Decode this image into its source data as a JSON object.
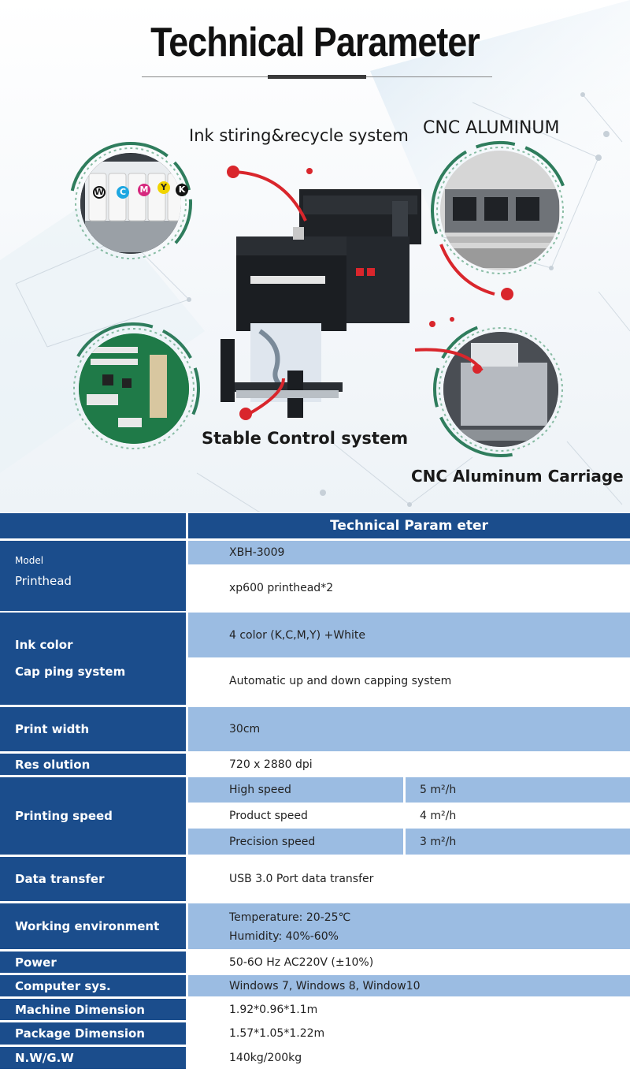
{
  "header": {
    "title": "Technical Parameter"
  },
  "callouts": {
    "ink": "Ink stiring&recycle system",
    "cnc": "CNC ALUMINUM",
    "control": "Stable Control system",
    "carriage": "CNC Aluminum Carriage"
  },
  "ink_bottles": [
    "W",
    "C",
    "M",
    "Y",
    "K"
  ],
  "colors": {
    "table_blue": "#1b4d8c",
    "table_light": "#9bbce2",
    "accent_red": "#d9262c",
    "ring_green": "#2f7d5d"
  },
  "table": {
    "title": "Technical Param eter",
    "rows": {
      "model_label": "Model",
      "printhead_label": "Printhead",
      "model_value": "XBH-3009",
      "printhead_value": "xp600 printhead*2",
      "ink_label": "Ink color",
      "capping_label": "Cap ping system",
      "ink_value": "4 color (K,C,M,Y) +White",
      "capping_value": "Automatic up and down capping system",
      "width_label": "Print width",
      "width_value": "30cm",
      "res_label": "Res olution",
      "res_value": "720 x 2880 dpi",
      "speed_label": "Printing speed",
      "speeds": [
        {
          "mode": "High speed",
          "rate": "5 m²/h"
        },
        {
          "mode": "Product speed",
          "rate": "4 m²/h"
        },
        {
          "mode": "Precision speed",
          "rate": "3 m²/h"
        }
      ],
      "transfer_label": "Data transfer",
      "transfer_value": "USB 3.0 Port data transfer",
      "env_label": "Working environment",
      "env_temp": "Temperature: 20-25℃",
      "env_hum": "Humidity: 40%-60%",
      "power_label": "Power",
      "power_value": "50-6O Hz AC220V (±10%)",
      "computer_label": "Computer sys.",
      "computer_value": "Windows 7, Windows 8, Window10",
      "machine_label": "Machine Dimension",
      "machine_value": "1.92*0.96*1.1m",
      "package_label": "Package Dimension",
      "package_value": "1.57*1.05*1.22m",
      "weight_label": "N.W/G.W",
      "weight_value": "140kg/200kg"
    }
  }
}
